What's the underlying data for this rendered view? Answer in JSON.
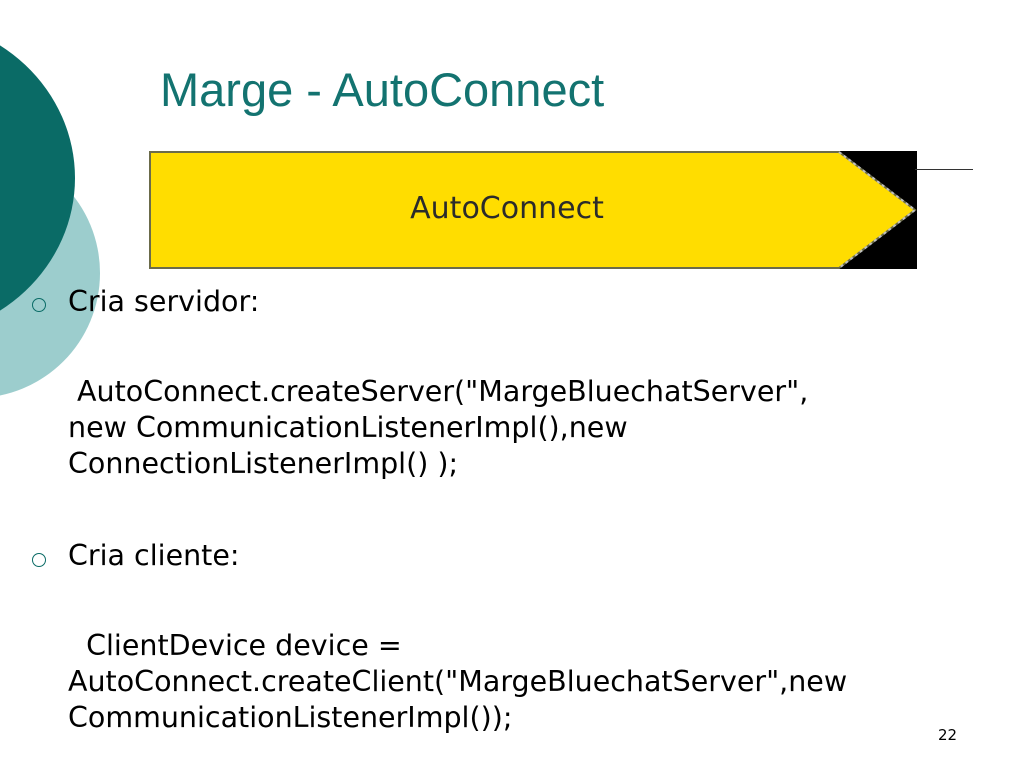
{
  "slide": {
    "title": "Marge - AutoConnect",
    "banner_label": "AutoConnect",
    "bullets": [
      {
        "label": "Cria servidor:",
        "code_lines": [
          " AutoConnect.createServer(\"MargeBluechatServer\",",
          "new CommunicationListenerImpl(),new",
          "ConnectionListenerImpl() );"
        ]
      },
      {
        "label": "Cria cliente:",
        "code_lines": [
          "  ClientDevice device =",
          "AutoConnect.createClient(\"MargeBluechatServer\",new",
          "CommunicationListenerImpl());"
        ]
      }
    ],
    "page_number": "22"
  },
  "colors": {
    "title": "#137370",
    "banner_fill": "#ffdd00",
    "decor_dark": "#0a6b66",
    "decor_light": "#9ccdcd"
  }
}
